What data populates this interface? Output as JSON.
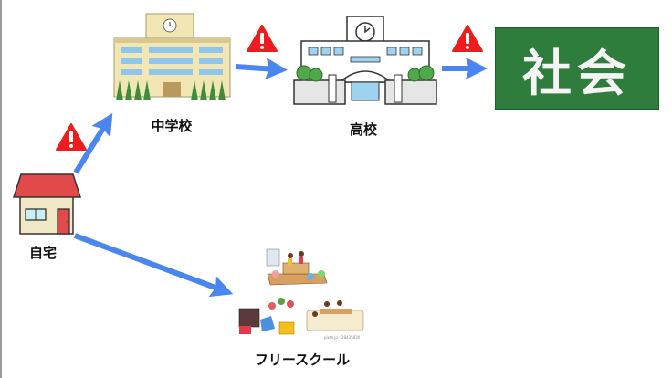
{
  "nodes": {
    "home": "自宅",
    "middle_school": "中学校",
    "high_school": "高校",
    "society": "社会",
    "free_school": "フリースクール"
  },
  "watermark": "pixta.jp - 28435830",
  "colors": {
    "arrow": "#4a86f0",
    "warning": "#ee1c1c",
    "board": "#2e7d3c",
    "roof": "#e04a4a"
  }
}
